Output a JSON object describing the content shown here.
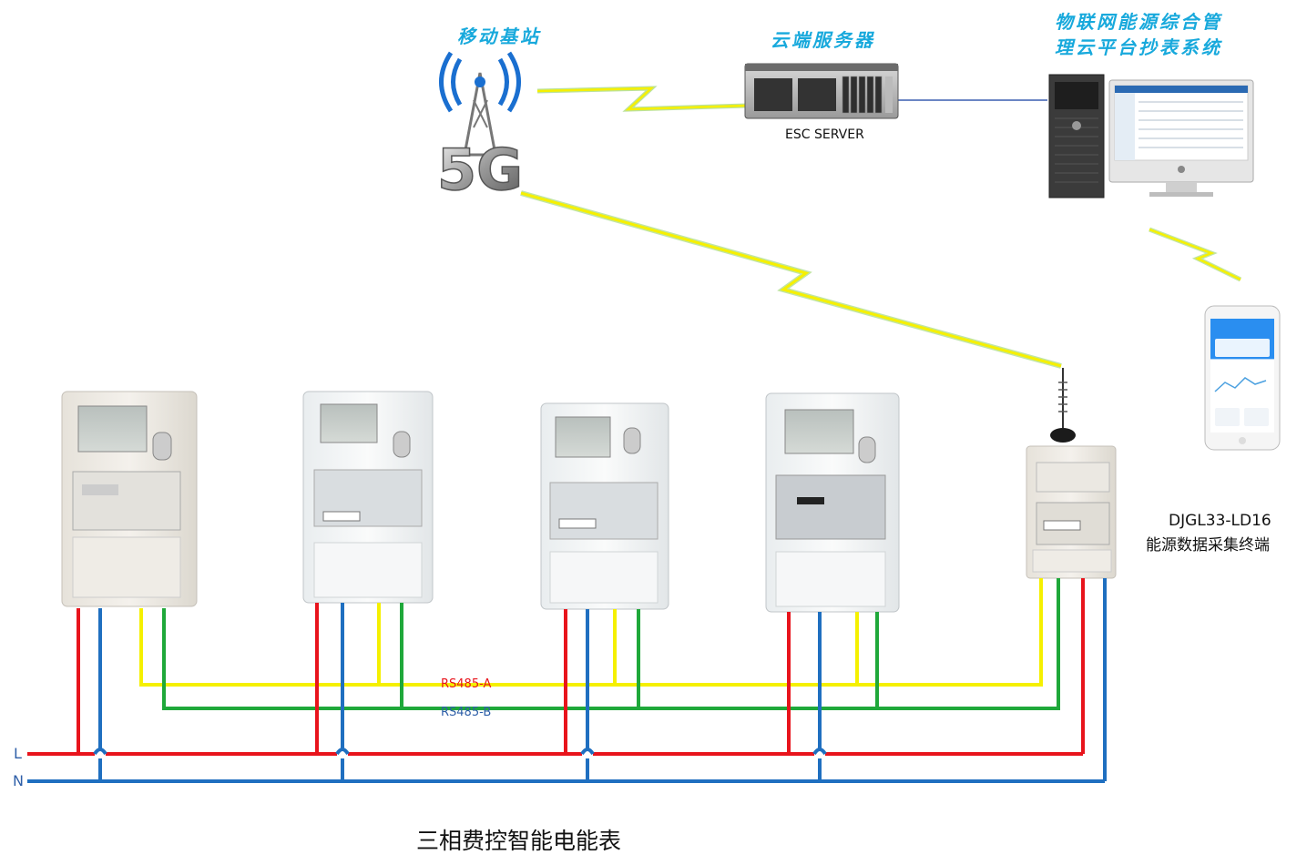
{
  "labels": {
    "base_station": "移动基站",
    "cloud_server": "云端服务器",
    "platform_line1": "物联网能源综合管",
    "platform_line2": "理云平台抄表系统",
    "server_name": "ESC SERVER",
    "terminal_model": "DJGL33-LD16",
    "terminal_name": "能源数据采集终端",
    "rs485_a": "RS485-A",
    "rs485_b": "RS485-B",
    "line_l": "L",
    "line_n": "N",
    "meters_caption": "三相费控智能电能表",
    "tower_text": "5G"
  },
  "colors": {
    "live": "#e8141c",
    "neutral": "#1f6fc0",
    "rs485_a": "#f5f000",
    "rs485_b": "#1fa83a",
    "title_blue": "#18a9dc",
    "rs485_a_label": "#e8141c",
    "rs485_b_label": "#2f5fa8",
    "link": "#3a5fb0"
  },
  "icons": [
    "signal-tower-icon",
    "rack-server-icon",
    "desktop-pc-icon",
    "smartphone-icon",
    "energy-meter-icon",
    "data-terminal-icon",
    "antenna-icon",
    "wireless-bolt-icon"
  ]
}
